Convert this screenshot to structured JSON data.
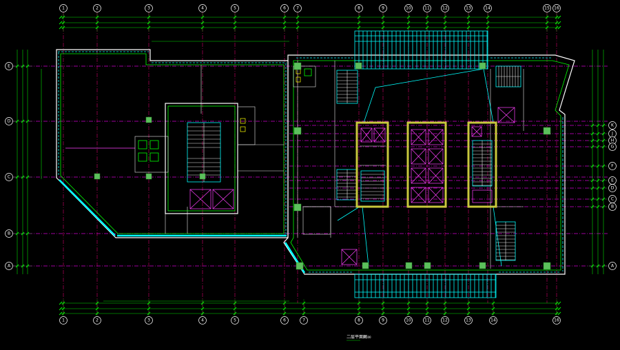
{
  "drawing": {
    "title": "二层平面图",
    "scale": "1:100"
  },
  "axes": {
    "top": [
      "1",
      "2",
      "3",
      "4",
      "5",
      "6",
      "7",
      "8",
      "9",
      "10",
      "11",
      "12",
      "13",
      "14",
      "15",
      "16"
    ],
    "bottom": [
      "1",
      "2",
      "3",
      "4",
      "5",
      "6",
      "7",
      "8",
      "9",
      "10",
      "11",
      "12",
      "13",
      "14",
      "16"
    ],
    "left": [
      "E",
      "D",
      "C",
      "B",
      "A"
    ],
    "right": [
      "K",
      "J",
      "H",
      "G",
      "F",
      "E",
      "D",
      "C",
      "B",
      "A"
    ]
  },
  "colors": {
    "background": "#000000",
    "dimension": "#00ff00",
    "grid": "#b4005a",
    "wall": "#ffffff",
    "curtain_wall": "#00ffff",
    "core": "#c8c83c",
    "column": "#5cc05c",
    "elevator": "#ff40ff"
  }
}
